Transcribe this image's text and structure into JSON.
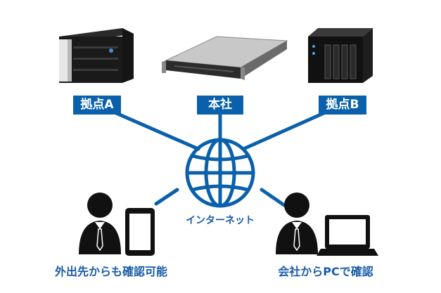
{
  "nodes": {
    "site_a": {
      "label": "拠点A",
      "device": "desktop-nas-device"
    },
    "hq": {
      "label": "本社",
      "device": "rackmount-nas-device"
    },
    "site_b": {
      "label": "拠点B",
      "device": "tower-nas-device"
    }
  },
  "hub": {
    "label": "インターネット",
    "icon": "globe-icon"
  },
  "users": {
    "mobile": {
      "caption": "外出先からも確認可能",
      "icon": "businessman-with-tablet-icon"
    },
    "office": {
      "caption": "会社からPCで確認",
      "icon": "businessman-with-laptop-icon"
    }
  },
  "colors": {
    "accent": "#0a60aa",
    "caption_text": "#1a5ca8",
    "silhouette": "#111111"
  }
}
